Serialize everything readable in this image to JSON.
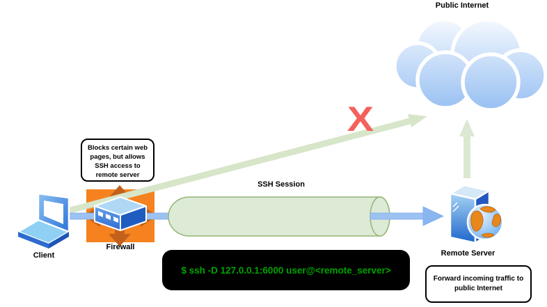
{
  "labels": {
    "public_internet": "Public Internet",
    "client": "Client",
    "firewall": "Firewall",
    "ssh_session": "SSH Session",
    "remote_server": "Remote Server",
    "blocked_marker": "X"
  },
  "callouts": {
    "firewall_note": {
      "lines": [
        "Blocks certain web",
        "pages, but allows",
        "SSH access to",
        "remote server"
      ]
    },
    "server_note": {
      "lines": [
        "Forward incoming traffic to",
        "public Internet"
      ]
    }
  },
  "terminal": {
    "command": "$ ssh -D 127.0.0.1:6000 user@<remote_server>",
    "text_color": "#00a300",
    "background": "#000000"
  },
  "icons": {
    "cloud": "cloud-icon",
    "client": "laptop-icon",
    "firewall": "firewall-4way-arrows-icon",
    "firewall_device": "router-box-icon",
    "tunnel": "cylinder-tunnel-shape",
    "server": "server-tower-icon",
    "globe": "globe-icon",
    "blocked": "red-x-marker"
  },
  "colors": {
    "blocked_x": "#f4615c",
    "green_arrow": "#d7e5c9",
    "blue_arrow": "#9cc2f2",
    "tunnel_fill": "#dcead6",
    "tunnel_border": "#94b474",
    "firewall_bg": "#f5821f",
    "firewall_arrows": "#c2611a",
    "cloud_top": "#f8fbff",
    "cloud_bottom": "#96bff2"
  }
}
